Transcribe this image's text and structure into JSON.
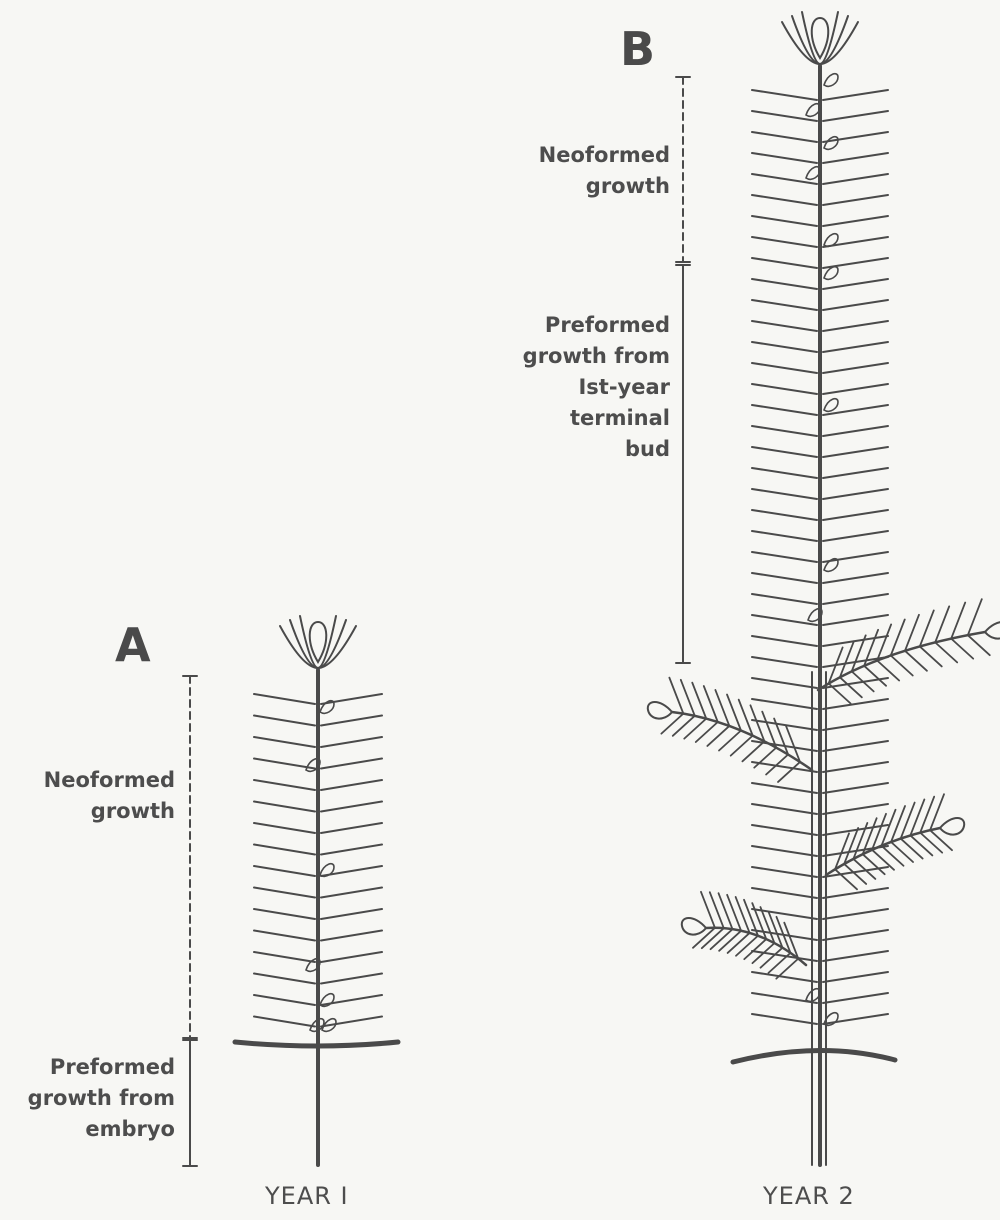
{
  "panels": {
    "a": {
      "letter": "A",
      "neoformed_label": "Neoformed growth",
      "preformed_label": "Preformed growth from embryo",
      "year_label": "YEAR I"
    },
    "b": {
      "letter": "B",
      "neoformed_label": "Neoformed growth",
      "preformed_label": "Preformed growth from Ist-year terminal bud",
      "year_label": "YEAR 2"
    }
  },
  "colors": {
    "ink": "#4a4a4a",
    "paper": "#f7f7f4"
  }
}
